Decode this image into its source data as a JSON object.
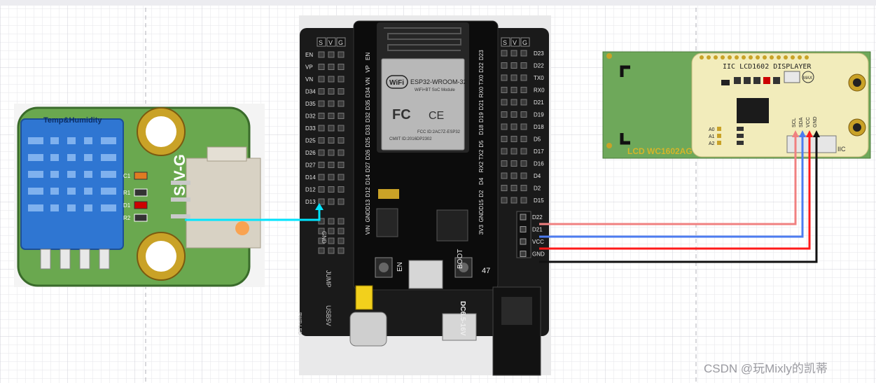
{
  "colors": {
    "canvas_bg": "#ffffff",
    "grid_line": "#e6e6ea",
    "pcb_black": "#1a1a1a",
    "pcb_green": "#6aa84f",
    "sensor_blue": "#2f76d2",
    "lcd_yellow": "#f2ecbb",
    "wire_cyan": "#00e5ff",
    "wire_pink": "#f08080",
    "wire_blue": "#4d7cf0",
    "wire_red": "#ff1a1a",
    "wire_black": "#111111"
  },
  "sensor": {
    "title": "Temp&Humidity",
    "pin_label": "S-V-G",
    "components": [
      "C1",
      "R1",
      "D1",
      "R2"
    ]
  },
  "esp32": {
    "module_name": "ESP32-WROOM-32",
    "wifi_text": "WiFi",
    "sub_text": "WiFi+BT SoC Module",
    "fcc_id": "FCC ID:2AC7Z-ESP32",
    "cmiit": "CMIIT ID:2016DP2302",
    "left_pins": [
      "EN",
      "VP",
      "VN",
      "D34",
      "D35",
      "D32",
      "D33",
      "D25",
      "D26",
      "D27",
      "D14",
      "D12",
      "D13"
    ],
    "inner_left_labels": [
      "EN",
      "VP",
      "VN",
      "D34",
      "D35",
      "D32",
      "D33",
      "D25",
      "D26",
      "D27",
      "D14",
      "D12",
      "D13",
      "GND",
      "VIN"
    ],
    "right_pins": [
      "D23",
      "D22",
      "TX0",
      "RX0",
      "D21",
      "D19",
      "D18",
      "D5",
      "D17",
      "D16",
      "D4",
      "D2",
      "D15"
    ],
    "inner_right_labels": [
      "D23",
      "D22",
      "TX0",
      "RX0",
      "D21",
      "D19",
      "D18",
      "D5",
      "TX2",
      "RX2",
      "D4",
      "D2",
      "D15",
      "GND",
      "3V3"
    ],
    "header_cols": [
      "S",
      "V",
      "G"
    ],
    "iic_pins": [
      "D22",
      "D21",
      "VCC",
      "GND"
    ],
    "button_en": "EN",
    "button_boot": "BOOT",
    "label_jump": "JUMP",
    "label_usb": "USB5V",
    "label_dc": "DC6.5-16V",
    "label_pwr": "PWR-LED",
    "label_47": "47",
    "label_gnd": "GND"
  },
  "lcd": {
    "title": "IIC LCD1602 DISPLAYER",
    "max_label": "MAX",
    "pins": [
      "SCL",
      "SDA",
      "VCC",
      "GND"
    ],
    "addr_pins": [
      "A0",
      "A1",
      "A2"
    ],
    "board_label": "LCD WC1602AG",
    "iic_tag": "IIC"
  },
  "watermark": "CSDN @玩Mixly的凯蒂"
}
